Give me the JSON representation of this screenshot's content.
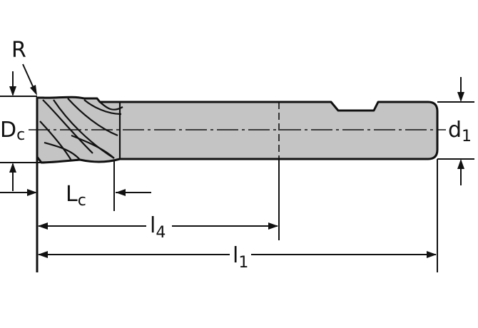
{
  "diagram": {
    "title": "",
    "labels": {
      "radius": "R",
      "cutting_diameter": "D",
      "cutting_diameter_sub": "c",
      "shank_diameter": "d",
      "shank_diameter_sub": "1",
      "cutting_length": "L",
      "cutting_length_sub": "c",
      "length_4": "l",
      "length_4_sub": "4",
      "overall_length": "l",
      "overall_length_sub": "1"
    }
  }
}
